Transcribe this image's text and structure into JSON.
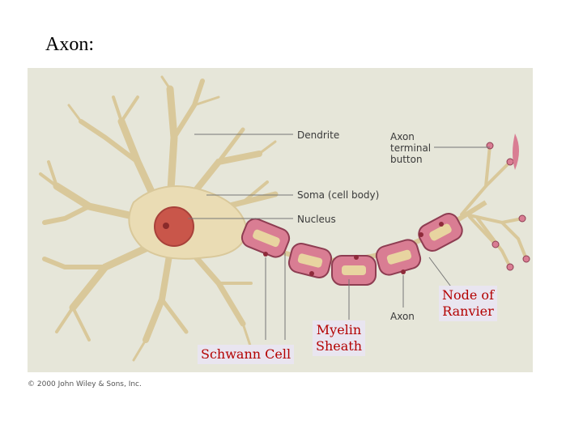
{
  "slide": {
    "title": "Axon:"
  },
  "labels": {
    "dendrite": "Dendrite",
    "soma": "Soma (cell body)",
    "nucleus": "Nucleus",
    "axon_terminal": "Axon\nterminal\nbutton",
    "axon": "Axon",
    "schwann_cell": "Schwann Cell",
    "myelin_sheath": "Myelin\nSheath",
    "node_of_ranvier": "Node of\nRanvier"
  },
  "copyright": "© 2000 John Wiley & Sons, Inc.",
  "colors": {
    "background": "#e6e6d9",
    "cell_body": "#eadcb4",
    "nucleus": "#c9564a",
    "myelin": "#d97d93",
    "annotation_text": "#b30000"
  }
}
